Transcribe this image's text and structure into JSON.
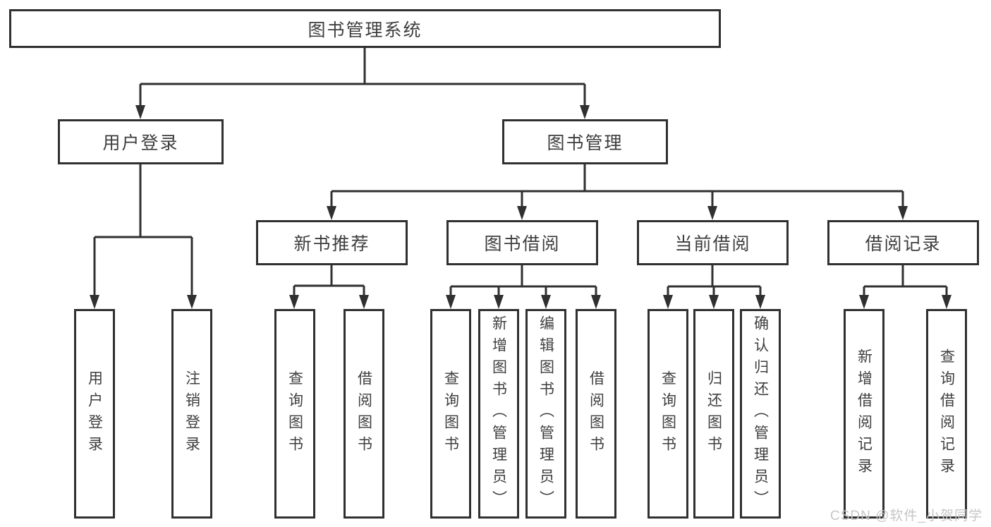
{
  "diagram": {
    "root": "图书管理系统",
    "branches": [
      {
        "label": "用户登录",
        "leaves": [
          "用户登录",
          "注销登录"
        ]
      },
      {
        "label": "图书管理",
        "groups": [
          {
            "label": "新书推荐",
            "leaves": [
              "查询图书",
              "借阅图书"
            ]
          },
          {
            "label": "图书借阅",
            "leaves": [
              "查询图书",
              "新增图书（管理员）",
              "编辑图书（管理员）",
              "借阅图书"
            ]
          },
          {
            "label": "当前借阅",
            "leaves": [
              "查询图书",
              "归还图书",
              "确认归还（管理员）"
            ]
          },
          {
            "label": "借阅记录",
            "leaves": [
              "新增借阅记录",
              "查询借阅记录"
            ]
          }
        ]
      }
    ]
  },
  "watermark": "CSDN @软件_小贺同学",
  "colors": {
    "line": "#303030",
    "text": "#3e3e3e",
    "background": "#ffffff",
    "watermark": "#c6c6c6"
  }
}
